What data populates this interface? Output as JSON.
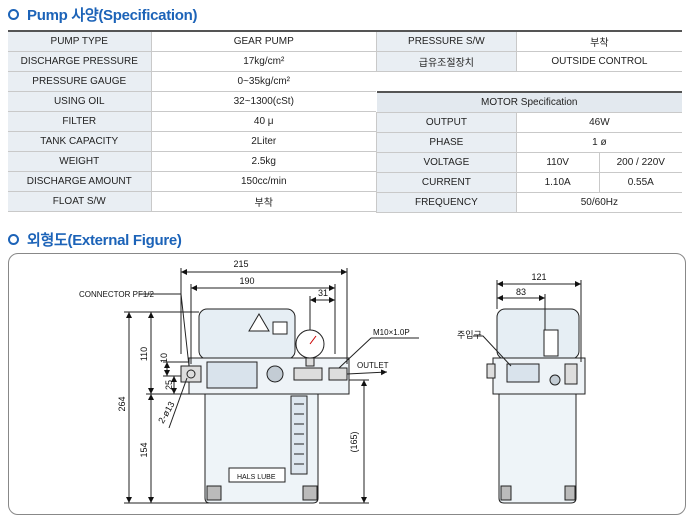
{
  "section1": {
    "title": "Pump 사양(Specification)"
  },
  "left_table": [
    {
      "label": "PUMP TYPE",
      "value": "GEAR PUMP"
    },
    {
      "label": "DISCHARGE PRESSURE",
      "value": "17kg/cm²"
    },
    {
      "label": "PRESSURE GAUGE",
      "value": "0~35kg/cm²"
    },
    {
      "label": "USING OIL",
      "value": "32~1300(cSt)"
    },
    {
      "label": "FILTER",
      "value": "40 μ"
    },
    {
      "label": "TANK CAPACITY",
      "value": "2Liter"
    },
    {
      "label": "WEIGHT",
      "value": "2.5kg"
    },
    {
      "label": "DISCHARGE AMOUNT",
      "value": "150cc/min"
    },
    {
      "label": "FLOAT S/W",
      "value": "부착"
    }
  ],
  "right_table": {
    "pressure_sw": {
      "label": "PRESSURE S/W",
      "value": "부착"
    },
    "control": {
      "label": "급유조절장치",
      "value": "OUTSIDE CONTROL"
    },
    "motor_heading": "MOTOR Specification",
    "output": {
      "label": "OUTPUT",
      "value": "46W"
    },
    "phase": {
      "label": "PHASE",
      "value": "1 ø"
    },
    "voltage": {
      "label": "VOLTAGE",
      "v1": "110V",
      "v2": "200 / 220V"
    },
    "current": {
      "label": "CURRENT",
      "v1": "1.10A",
      "v2": "0.55A"
    },
    "frequency": {
      "label": "FREQUENCY",
      "value": "50/60Hz"
    }
  },
  "section2": {
    "title": "외형도(External Figure)"
  },
  "figure": {
    "dim_215": "215",
    "dim_190": "190",
    "dim_31": "31",
    "dim_110": "110",
    "dim_10": "10",
    "dim_25": "25",
    "dim_264": "264",
    "dim_154": "154",
    "dim_165": "(165)",
    "dim_hole": "2-ø13",
    "connector": "CONNECTOR PF1/2",
    "m10": "M10×1.0P",
    "outlet": "OUTLET",
    "brand": "HALS LUBE",
    "dim_121": "121",
    "dim_83": "83",
    "inlet": "주입구"
  }
}
